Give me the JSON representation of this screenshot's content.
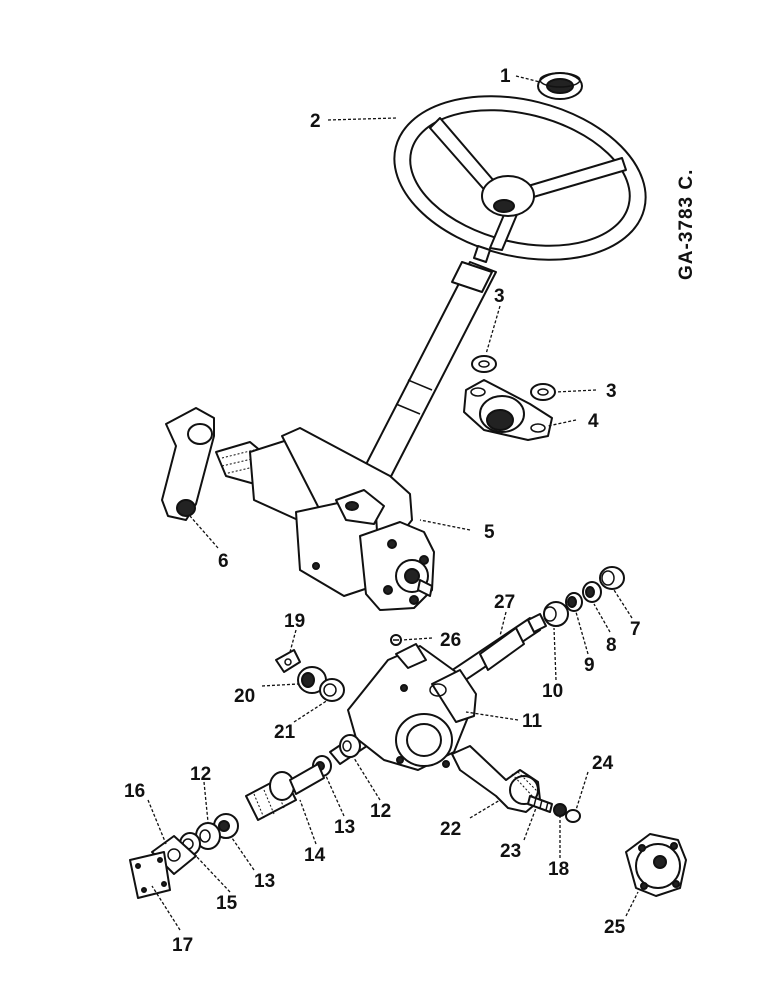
{
  "diagram": {
    "drawing_code": "GA-3783 C.",
    "callouts": [
      "1",
      "2",
      "3",
      "3",
      "4",
      "5",
      "6",
      "7",
      "8",
      "9",
      "10",
      "11",
      "12",
      "12",
      "13",
      "13",
      "14",
      "15",
      "16",
      "17",
      "18",
      "19",
      "20",
      "21",
      "22",
      "23",
      "24",
      "25",
      "26",
      "27"
    ]
  }
}
